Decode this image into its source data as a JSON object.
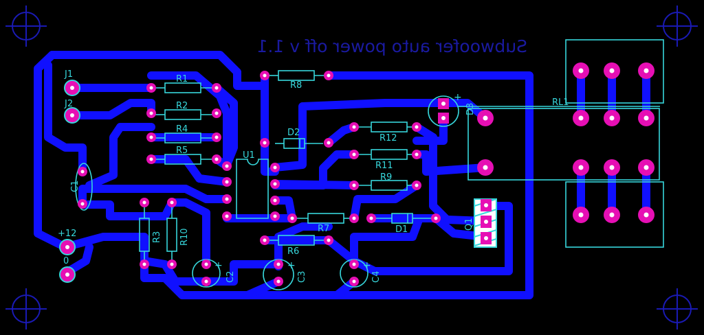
{
  "title": "Subwoofer auto power off v 1.1",
  "colors": {
    "background": "#000000",
    "trace": "#1010ff",
    "pad": "#e60fb4",
    "silk": "#37d7dc",
    "title": "#1a1aa0",
    "crosshair": "#1a1ab4"
  },
  "labels": {
    "j1": "J1",
    "j2": "J2",
    "r1": "R1",
    "r2": "R2",
    "r4": "R4",
    "r5": "R5",
    "r8": "R8",
    "d2": "D2",
    "r12": "R12",
    "r11": "R11",
    "r9": "R9",
    "u1": "U1",
    "c1": "C1",
    "r7": "R7",
    "d1": "D1",
    "r6": "R6",
    "r3": "R3",
    "r10": "R10",
    "c2": "C2",
    "c3": "C3",
    "c4": "C4",
    "q1": "Q1",
    "d3": "D3",
    "rl1": "RL1",
    "plus12": "+12",
    "zero": "0"
  }
}
